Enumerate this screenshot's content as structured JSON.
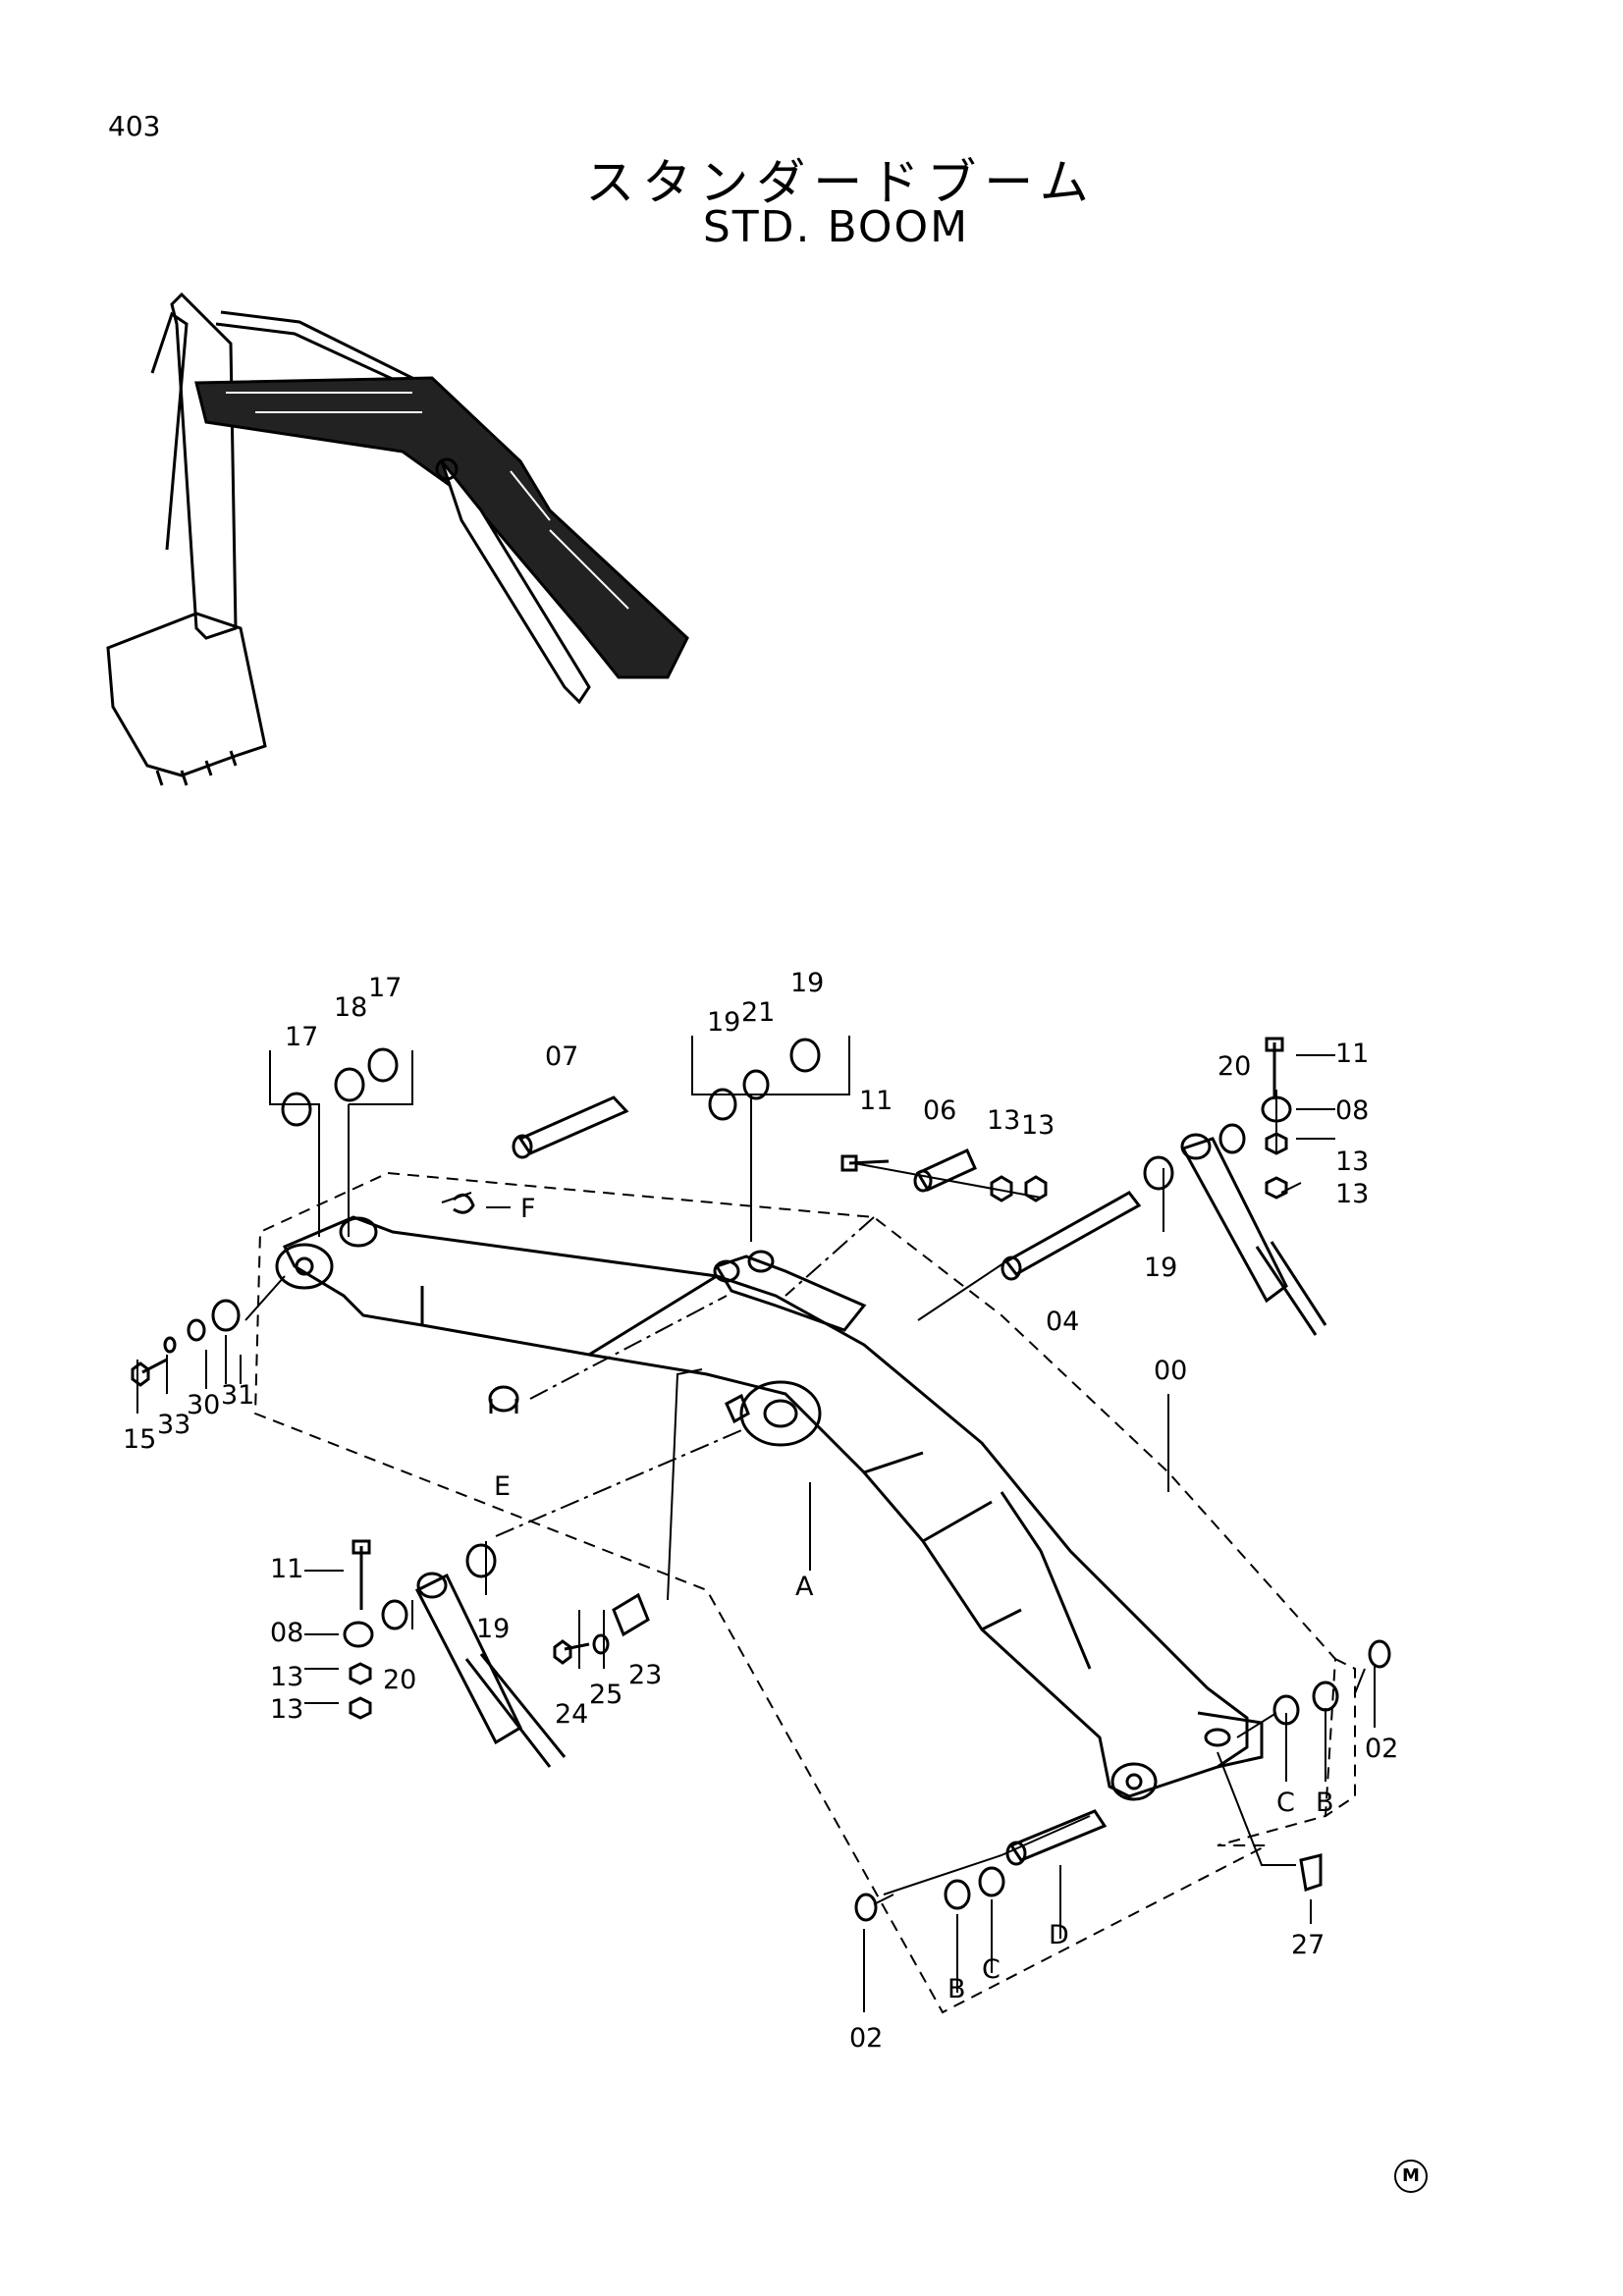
{
  "page_number": "403",
  "title_jp": "スタンダードブーム",
  "title_en": "STD. BOOM",
  "corner_mark": "M",
  "labels": {
    "l00": "00",
    "l02a": "02",
    "l02b": "02",
    "l04": "04",
    "l06": "06",
    "l07": "07",
    "l08a": "08",
    "l08b": "08",
    "l11a": "11",
    "l11b": "11",
    "l11c": "11",
    "l13a": "13",
    "l13b": "13",
    "l13c": "13",
    "l13d": "13",
    "l13e": "13",
    "l13f": "13",
    "l15": "15",
    "l17a": "17",
    "l17b": "17",
    "l18": "18",
    "l19a": "19",
    "l19b": "19",
    "l19c": "19",
    "l19d": "19",
    "l20a": "20",
    "l20b": "20",
    "l21": "21",
    "l23": "23",
    "l24": "24",
    "l25": "25",
    "l27": "27",
    "l30": "30",
    "l31": "31",
    "l33": "33",
    "lA": "A",
    "lB1": "B",
    "lB2": "B",
    "lC1": "C",
    "lC2": "C",
    "lD": "D",
    "lE": "E",
    "lF": "F"
  }
}
